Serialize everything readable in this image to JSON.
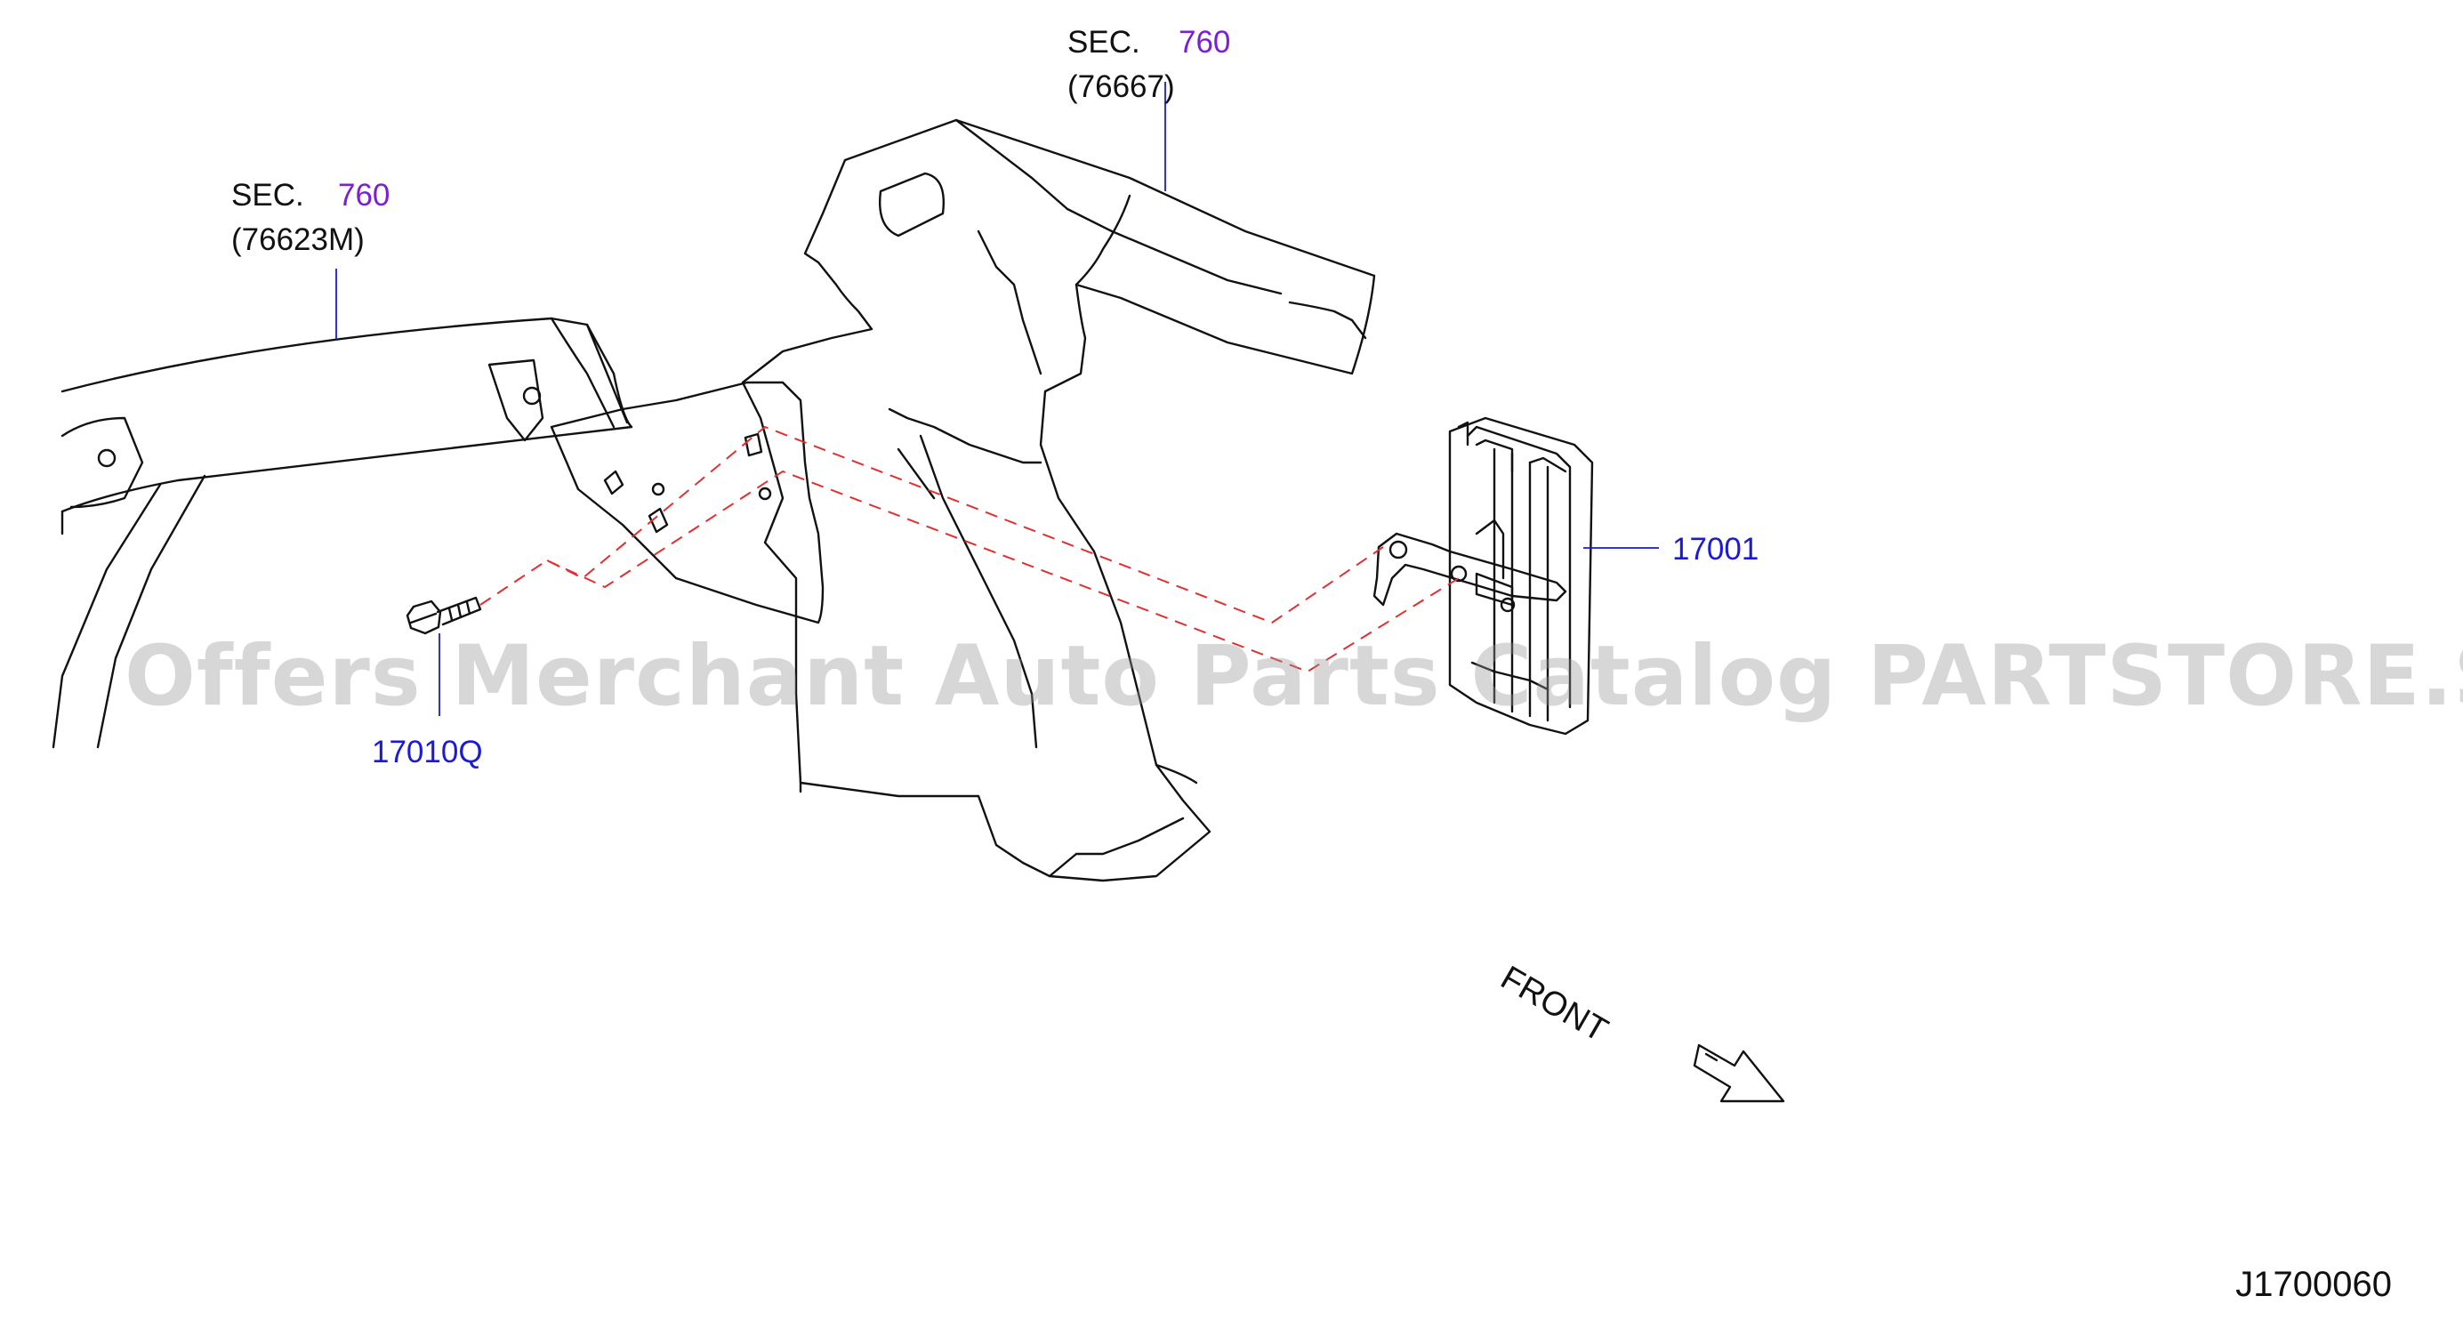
{
  "labels": {
    "sec_right": {
      "prefix": "SEC.",
      "number": "760",
      "part": "(76667)"
    },
    "sec_left": {
      "prefix": "SEC.",
      "number": "760",
      "part": "(76623M)"
    },
    "part_module": "17001",
    "part_bolt": "17010Q"
  },
  "front_label": "FRONT",
  "drawing_code": "J1700060",
  "watermark": "Offers Merchant Auto Parts Catalog PARTSTORE.SA",
  "colors": {
    "line": "#111111",
    "section_number": "#7a1fd6",
    "part_number": "#1a1ad8",
    "dashed": "#e03030",
    "leader": "#1a1ad8"
  }
}
